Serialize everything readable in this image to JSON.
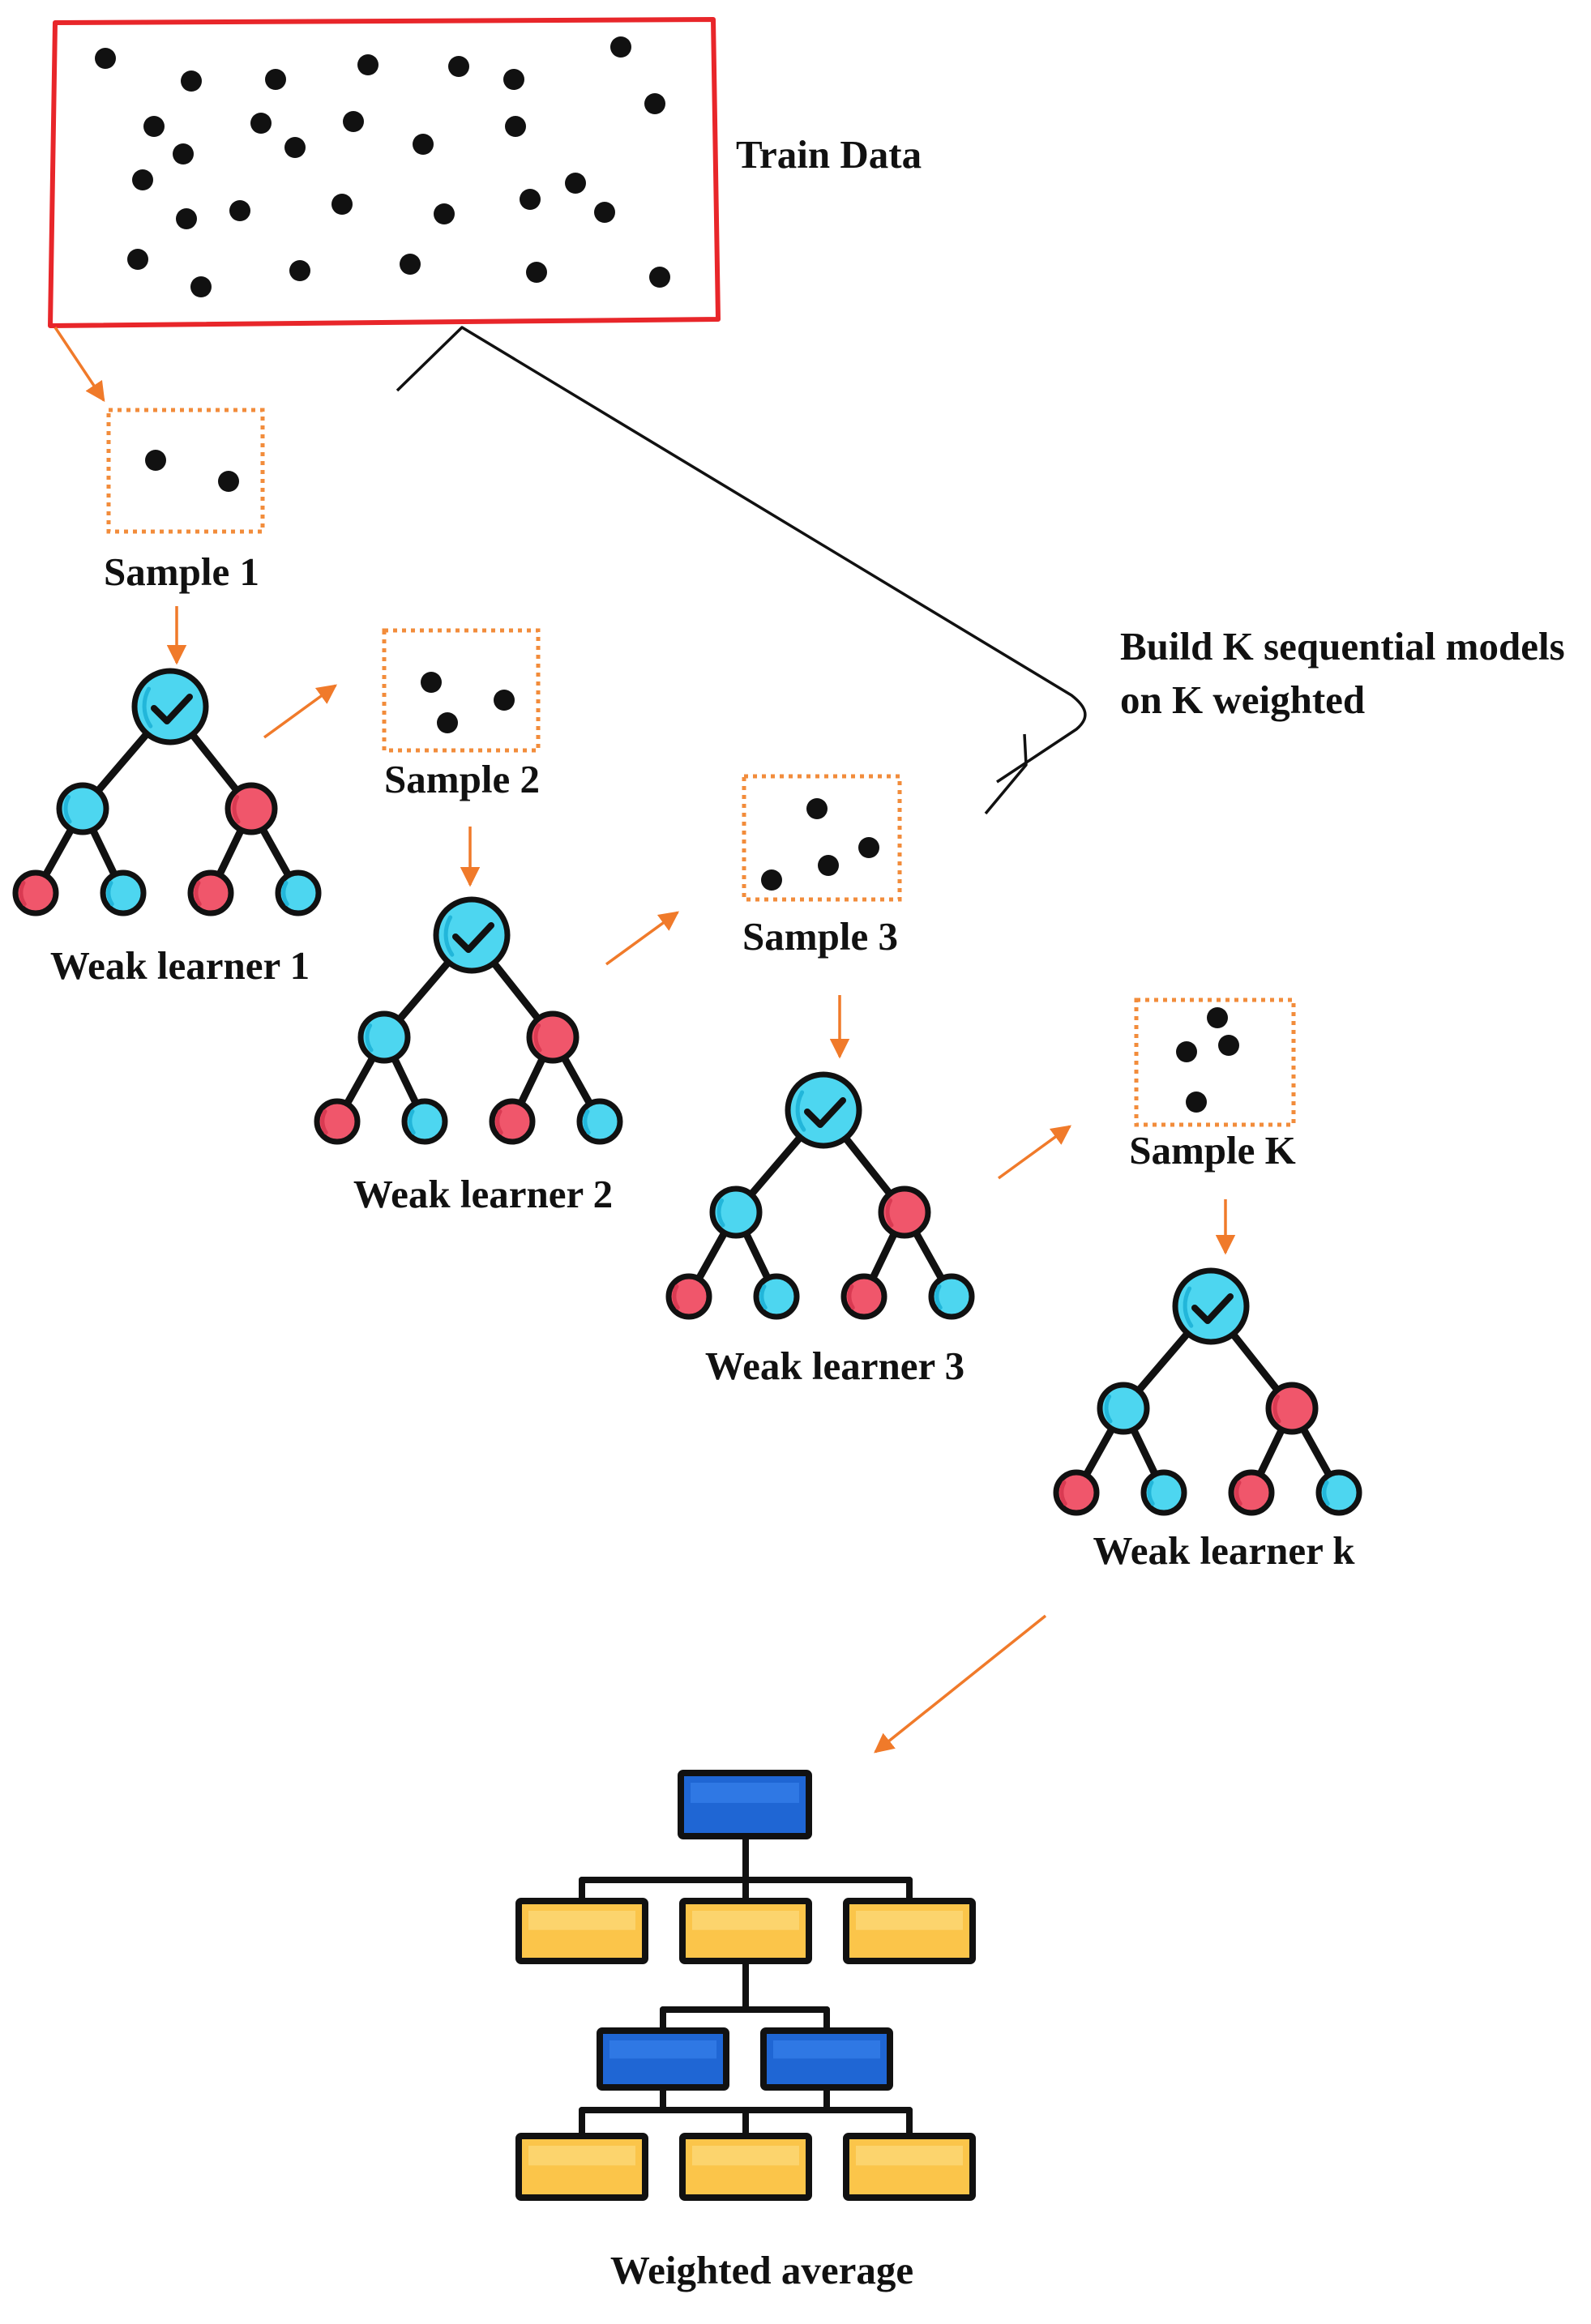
{
  "colors": {
    "train_border": "#e8262a",
    "sample_border": "#f28c3b",
    "arrow": "#f07a2a",
    "node_cyan": "#4dd6f0",
    "node_cyan_dark": "#22b6da",
    "node_red": "#f0566b",
    "node_red_dark": "#d93a52",
    "box_blue": "#1f66d4",
    "box_blue_dark": "#144fb0",
    "box_yellow": "#fbc54a",
    "box_yellow_dark": "#e8a92a",
    "outline": "#111111"
  },
  "train": {
    "label": "Train Data"
  },
  "samples": [
    {
      "label": "Sample 1",
      "points": 2
    },
    {
      "label": "Sample 2",
      "points": 3
    },
    {
      "label": "Sample 3",
      "points": 4
    },
    {
      "label": "Sample K",
      "points": 4
    }
  ],
  "learners": [
    {
      "label": "Weak learner 1"
    },
    {
      "label": "Weak learner 2"
    },
    {
      "label": "Weak learner 3"
    },
    {
      "label": "Weak learner k"
    }
  ],
  "brace": {
    "text": "Build K sequential models on K weighted"
  },
  "result": {
    "label": "Weighted average"
  }
}
